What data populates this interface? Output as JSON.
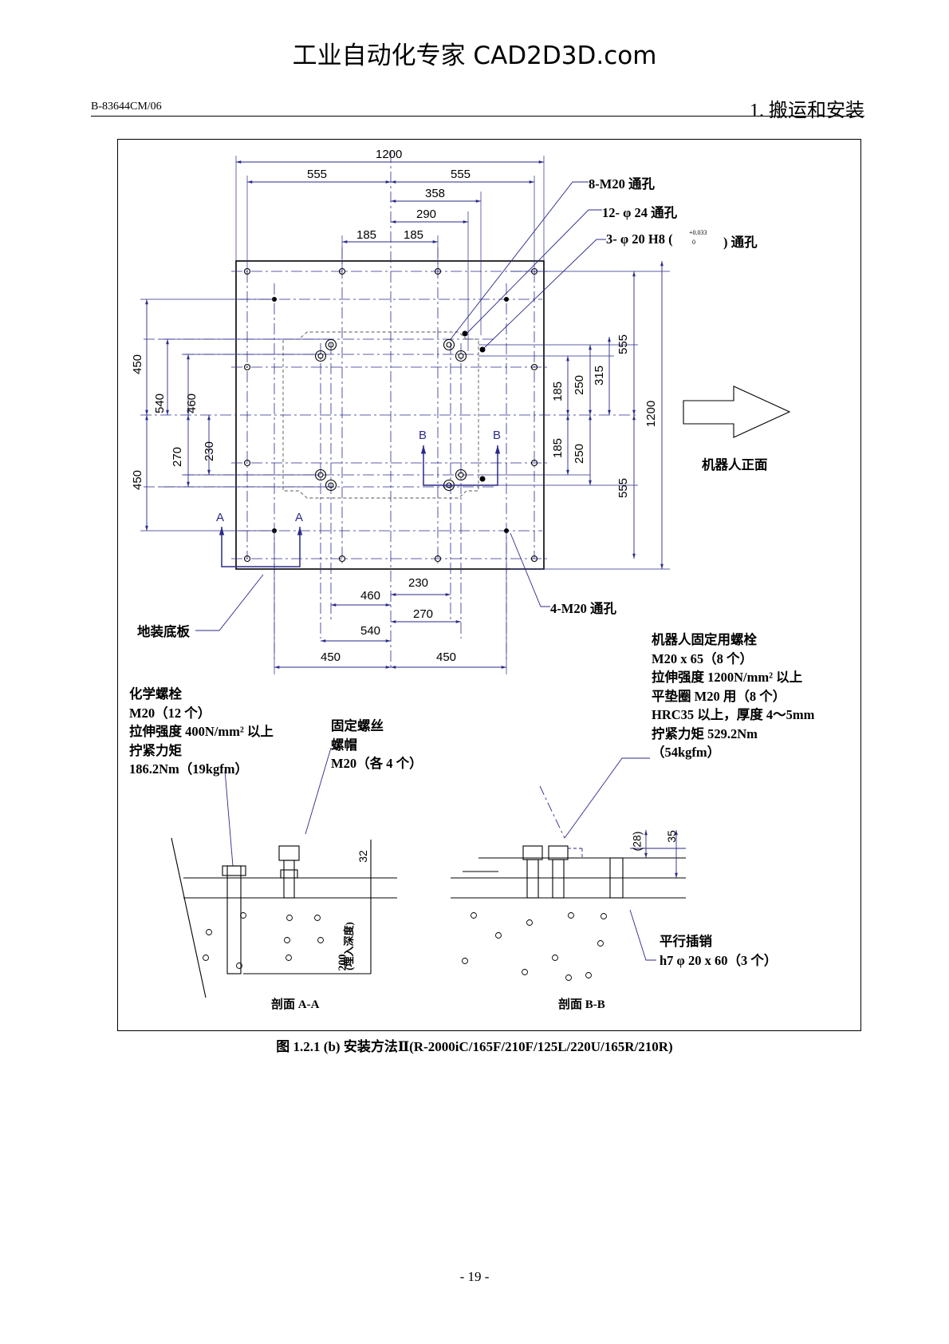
{
  "watermark": "工业自动化专家 CAD2D3D.com",
  "header": {
    "doc_code": "B-83644CM/06",
    "section": "1. 搬运和安装"
  },
  "callouts": {
    "m20_8": "8-M20 通孔",
    "phi24_12": "12- φ 24 通孔",
    "phi20_3_a": "3- φ 20 H8 (",
    "tol_top": "+0.033",
    "tol_bot": "0",
    "phi20_3_b": ") 通孔",
    "m20_4": "4-M20 通孔",
    "floor_plate": "地装底板",
    "robot_front": "机器人正面"
  },
  "dims": {
    "d1200": "1200",
    "d555": "555",
    "d358": "358",
    "d290": "290",
    "d185": "185",
    "d450": "450",
    "d540": "540",
    "d460": "460",
    "d270": "270",
    "d230": "230",
    "d250": "250",
    "d315": "315",
    "d32": "32",
    "d28": "(28)",
    "d35": "35",
    "d200": "200",
    "d200_note": "(埋入深度)"
  },
  "section_marks": {
    "a": "A",
    "b": "B"
  },
  "notes": {
    "chem_bolt": [
      "化学螺栓",
      "M20（12 个）",
      "拉伸强度 400N/mm² 以上",
      "拧紧力矩",
      "186.2Nm（19kgfm）"
    ],
    "fix_screw": [
      "固定螺丝",
      "螺帽",
      "M20（各 4 个）"
    ],
    "robot_bolt": [
      "机器人固定用螺栓",
      "M20 x 65（8 个）",
      "拉伸强度 1200N/mm² 以上",
      "平垫圈 M20 用（8 个）",
      "HRC35 以上，厚度 4～5mm",
      "拧紧力矩 529.2Nm",
      "（54kgfm）"
    ],
    "pin": [
      "平行插销",
      "h7 φ 20 x 60（3 个）"
    ]
  },
  "section_labels": {
    "aa": "剖面 A-A",
    "bb": "剖面 B-B"
  },
  "caption": "图 1.2.1 (b) 安装方法Ⅱ(R-2000iC/165F/210F/125L/220U/165R/210R)",
  "page_number": "- 19 -",
  "colors": {
    "dimension_line": "#2a2a8a",
    "ink": "#000000"
  }
}
